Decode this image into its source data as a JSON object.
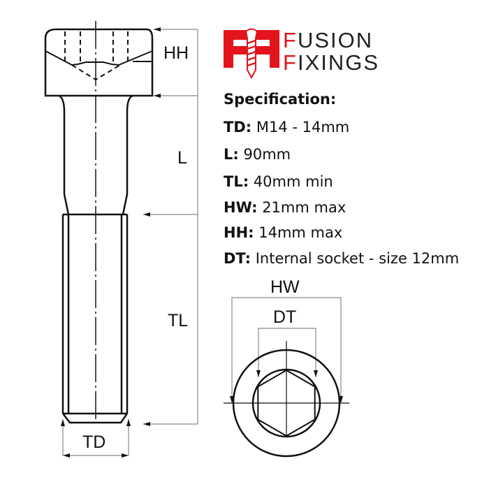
{
  "brand": {
    "line1_first": "F",
    "line1_rest": "USION",
    "line2_first": "F",
    "line2_rest": "IXINGS",
    "accent_color": "#e3141c"
  },
  "spec": {
    "heading": "Specification:",
    "rows": [
      {
        "key": "TD:",
        "value": "M14 - 14mm"
      },
      {
        "key": "L:",
        "value": "90mm"
      },
      {
        "key": "TL:",
        "value": "40mm min"
      },
      {
        "key": "HW:",
        "value": "21mm max"
      },
      {
        "key": "HH:",
        "value": "14mm max"
      },
      {
        "key": "DT:",
        "value": "Internal socket - size 12mm"
      }
    ]
  },
  "labels": {
    "hh": "HH",
    "l": "L",
    "tl": "TL",
    "td": "TD",
    "hw": "HW",
    "dt": "DT"
  }
}
